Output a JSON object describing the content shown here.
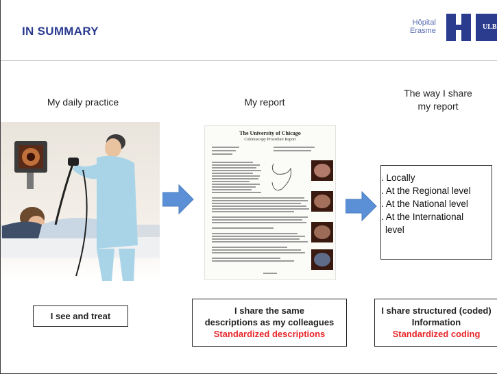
{
  "header": {
    "title": "IN SUMMARY",
    "logo_line1": "Hôpital",
    "logo_line2": "Erasme",
    "logo_ulb": "ULB"
  },
  "columns": {
    "practice": {
      "heading": "My daily practice"
    },
    "report": {
      "heading": "My report"
    },
    "share": {
      "heading_line1": "The way I share",
      "heading_line2": "my report"
    }
  },
  "report_doc": {
    "title": "The University of Chicago",
    "subtitle": "Colonoscopy Procedure Report"
  },
  "share_list": [
    ". Locally",
    ". At the Regional level",
    ". At the National level",
    ". At the International",
    "level"
  ],
  "captions": {
    "practice": "I see and treat",
    "report_line1": "I share the same",
    "report_line2": "descriptions as my colleagues",
    "report_highlight": "Standardized descriptions",
    "share_line1": "I share structured (coded)",
    "share_line2": "Information",
    "share_highlight": "Standardized coding"
  },
  "colors": {
    "title": "#2b3c8f",
    "highlight": "#e8262a",
    "arrow": "#5b8fd6"
  }
}
